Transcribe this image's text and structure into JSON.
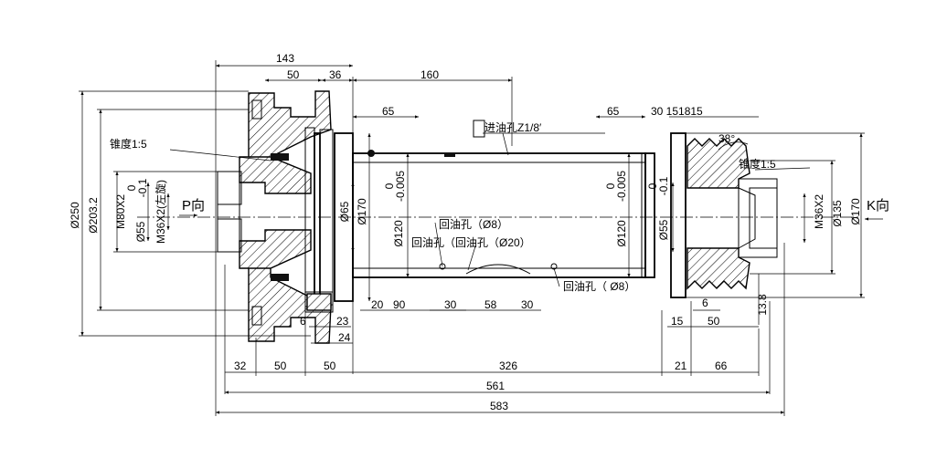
{
  "dimensions": {
    "top_143": "143",
    "top_50": "50",
    "top_36": "36",
    "top_160": "160",
    "top_65_left": "65",
    "top_65_right": "65",
    "top_30_15_18_15": "30 151815",
    "angle_38": "38°",
    "bottom_32": "32",
    "bottom_50_a": "50",
    "bottom_50_b": "50",
    "bottom_326": "326",
    "bottom_21": "21",
    "bottom_66": "66",
    "bottom_561": "561",
    "bottom_583": "583",
    "low_20": "20",
    "low_90": "90",
    "low_30_a": "30",
    "low_58": "58",
    "low_30_b": "30",
    "low_6_left": "6",
    "low_23": "23",
    "low_24": "24",
    "low_6_right": "6",
    "low_15": "15",
    "low_50_right": "50",
    "low_13_8": "13.8"
  },
  "diameters": {
    "d250": "Ø250",
    "d203_2": "Ø203.2",
    "m80x2": "M80X2",
    "d55_left": "Ø55",
    "d55_left_tol_upper": "0",
    "d55_left_tol_lower": "-0.1",
    "m36x2_left": "M36X2(左旋)",
    "d65": "Ø65",
    "d170_left": "Ø170",
    "d120_left": "Ø120",
    "d120_left_tol_upper": "0",
    "d120_left_tol_lower": "-0.005",
    "d120_right": "Ø120",
    "d120_right_tol_upper": "0",
    "d120_right_tol_lower": "-0.005",
    "d55_right": "Ø55",
    "d55_right_tol_upper": "0",
    "d55_right_tol_lower": "-0.1",
    "m36x2_right": "M36X2",
    "d135": "Ø135",
    "d170_right": "Ø170"
  },
  "notes": {
    "taper_left": "锥度1:5",
    "taper_right": "锥度1:5",
    "view_p": "P向",
    "view_k": "K向",
    "arrow_p": "→",
    "arrow_k": "←",
    "oil_inlet": "进油孔Z1/8′",
    "oil_return_8_top": "回油孔（Ø8）",
    "oil_return_mid": "回油孔（回油孔（Ø20）",
    "oil_return_8_bottom": "回油孔（ Ø8）"
  }
}
